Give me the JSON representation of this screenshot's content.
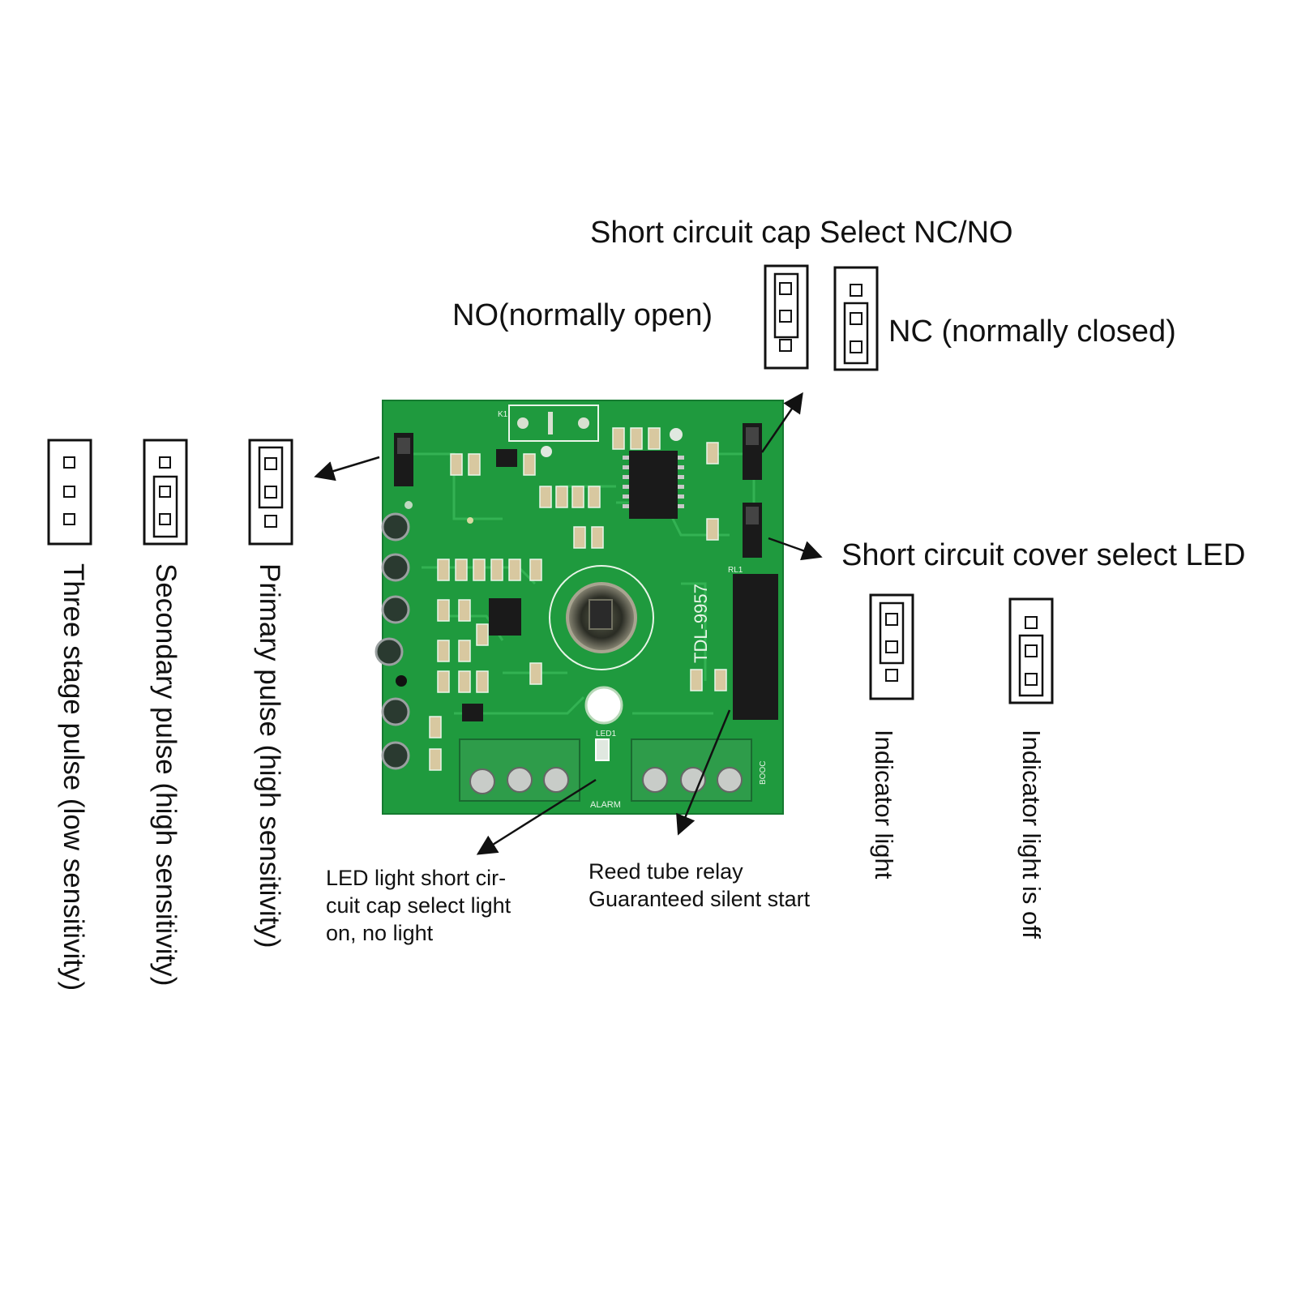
{
  "labels": {
    "header": "Short circuit cap Select NC/NO",
    "no": "NO(normally open)",
    "nc": "NC (normally closed)",
    "led_select": "Short circuit cover select LED",
    "led_light": "LED light short cir-\ncuit cap select light\non, no light",
    "reed": "Reed tube relay\nGuaranteed silent start",
    "indicator_on": "Indicator light",
    "indicator_off": "Indicator light is off",
    "three_stage": "Three stage pulse (low sensitivity)",
    "secondary": "Secondary pulse (high sensitivity)",
    "primary": "Primary pulse (high sensitivity)"
  },
  "board": {
    "model": "TDL-9957",
    "alarm": "ALARM",
    "relay": "RL1",
    "led": "LED1",
    "k1": "K1",
    "noc": "BOOC"
  },
  "colors": {
    "pcb": "#1f9a3e",
    "pcb_trace": "#36b556",
    "silkscreen": "#e8f5e8",
    "terminal": "#2e9c4a",
    "text": "#111111"
  }
}
